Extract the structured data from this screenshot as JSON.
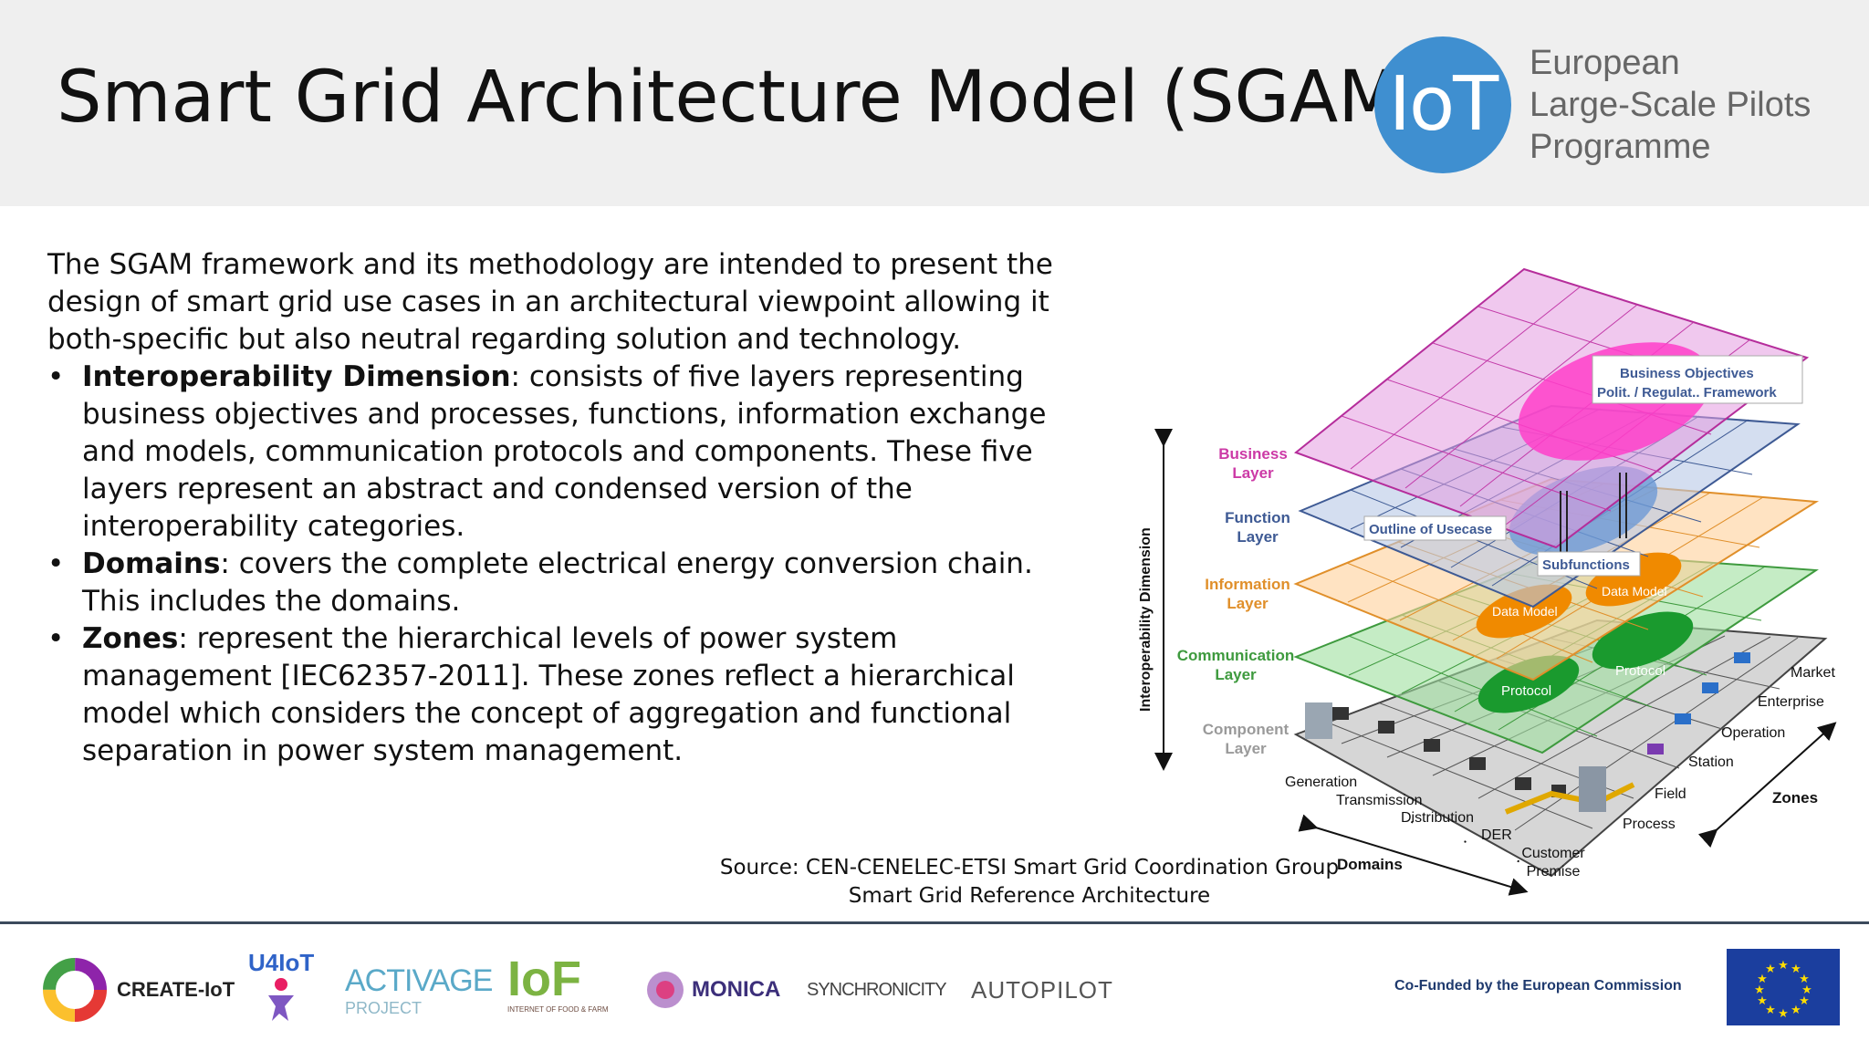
{
  "header": {
    "title": "Smart Grid Architecture Model (SGAM)",
    "logo_mark": "IoT",
    "logo_lines": [
      "European",
      "Large-Scale Pilots",
      "Programme"
    ]
  },
  "body": {
    "intro": "The SGAM framework and its methodology are intended to present the design of smart grid use cases in an architectural viewpoint allowing it both-specific but also neutral regarding solution and technology.",
    "bullets": [
      {
        "term": "Interoperability Dimension",
        "text": ": consists of five layers representing business objectives and processes, functions, information exchange and models, communication protocols and components. These five layers represent an abstract and condensed version of the interoperability categories."
      },
      {
        "term": "Domains",
        "text": ": covers  the  complete  electrical  energy  conversion  chain.  This includes  the domains."
      },
      {
        "term": "Zones",
        "text": ": represent the hierarchical levels of power system management [IEC62357-2011]. These zones reflect a hierarchical model which considers the concept of aggregation and functional separation in power system management."
      }
    ]
  },
  "source": {
    "line1": "Source: CEN-CENELEC-ETSI Smart Grid Coordination Group",
    "line2": "Smart Grid Reference Architecture"
  },
  "diagram": {
    "axis_label": "Interoperability Dimension",
    "layers": [
      {
        "line1": "Business",
        "line2": "Layer",
        "color": "#cc3aa6"
      },
      {
        "line1": "Function",
        "line2": "Layer",
        "color": "#3e5a94"
      },
      {
        "line1": "Information",
        "line2": "Layer",
        "color": "#e08f2a"
      },
      {
        "line1": "Communication",
        "line2": "Layer",
        "color": "#3e9a3e"
      },
      {
        "line1": "Component",
        "line2": "Layer",
        "color": "#9a9a9a"
      }
    ],
    "callouts": {
      "business_objectives": "Business Objectives",
      "framework": "Polit. / Regulat.. Framework",
      "outline": "Outline of Usecase",
      "subfunctions": "Subfunctions",
      "data_model_1": "Data Model",
      "data_model_2": "Data Model",
      "protocol_1": "Protocol",
      "protocol_2": "Protocol"
    },
    "zones": [
      "Market",
      "Enterprise",
      "Operation",
      "Station",
      "Field",
      "Process"
    ],
    "zones_label": "Zones",
    "domains": [
      "Generation",
      "Transmission",
      "Distribution",
      "DER"
    ],
    "customer_line1": "Customer",
    "customer_line2": "Premise",
    "domains_label": "Domains"
  },
  "footer": {
    "partners": [
      "CREATE-IoT",
      "U4IoT",
      "ACTIVAGE",
      "PROJECT",
      "IoF",
      "INTERNET OF FOOD & FARM",
      "MONICA",
      "SYNCHRONICITY",
      "AUTOPILOT"
    ],
    "eu_text": "Co-Funded by the European Commission"
  },
  "colors": {
    "header_bg": "#efefef",
    "iot_blue": "#3f8fd0",
    "eu_blue": "#1b3e9e",
    "eu_gold": "#ffdd00"
  }
}
